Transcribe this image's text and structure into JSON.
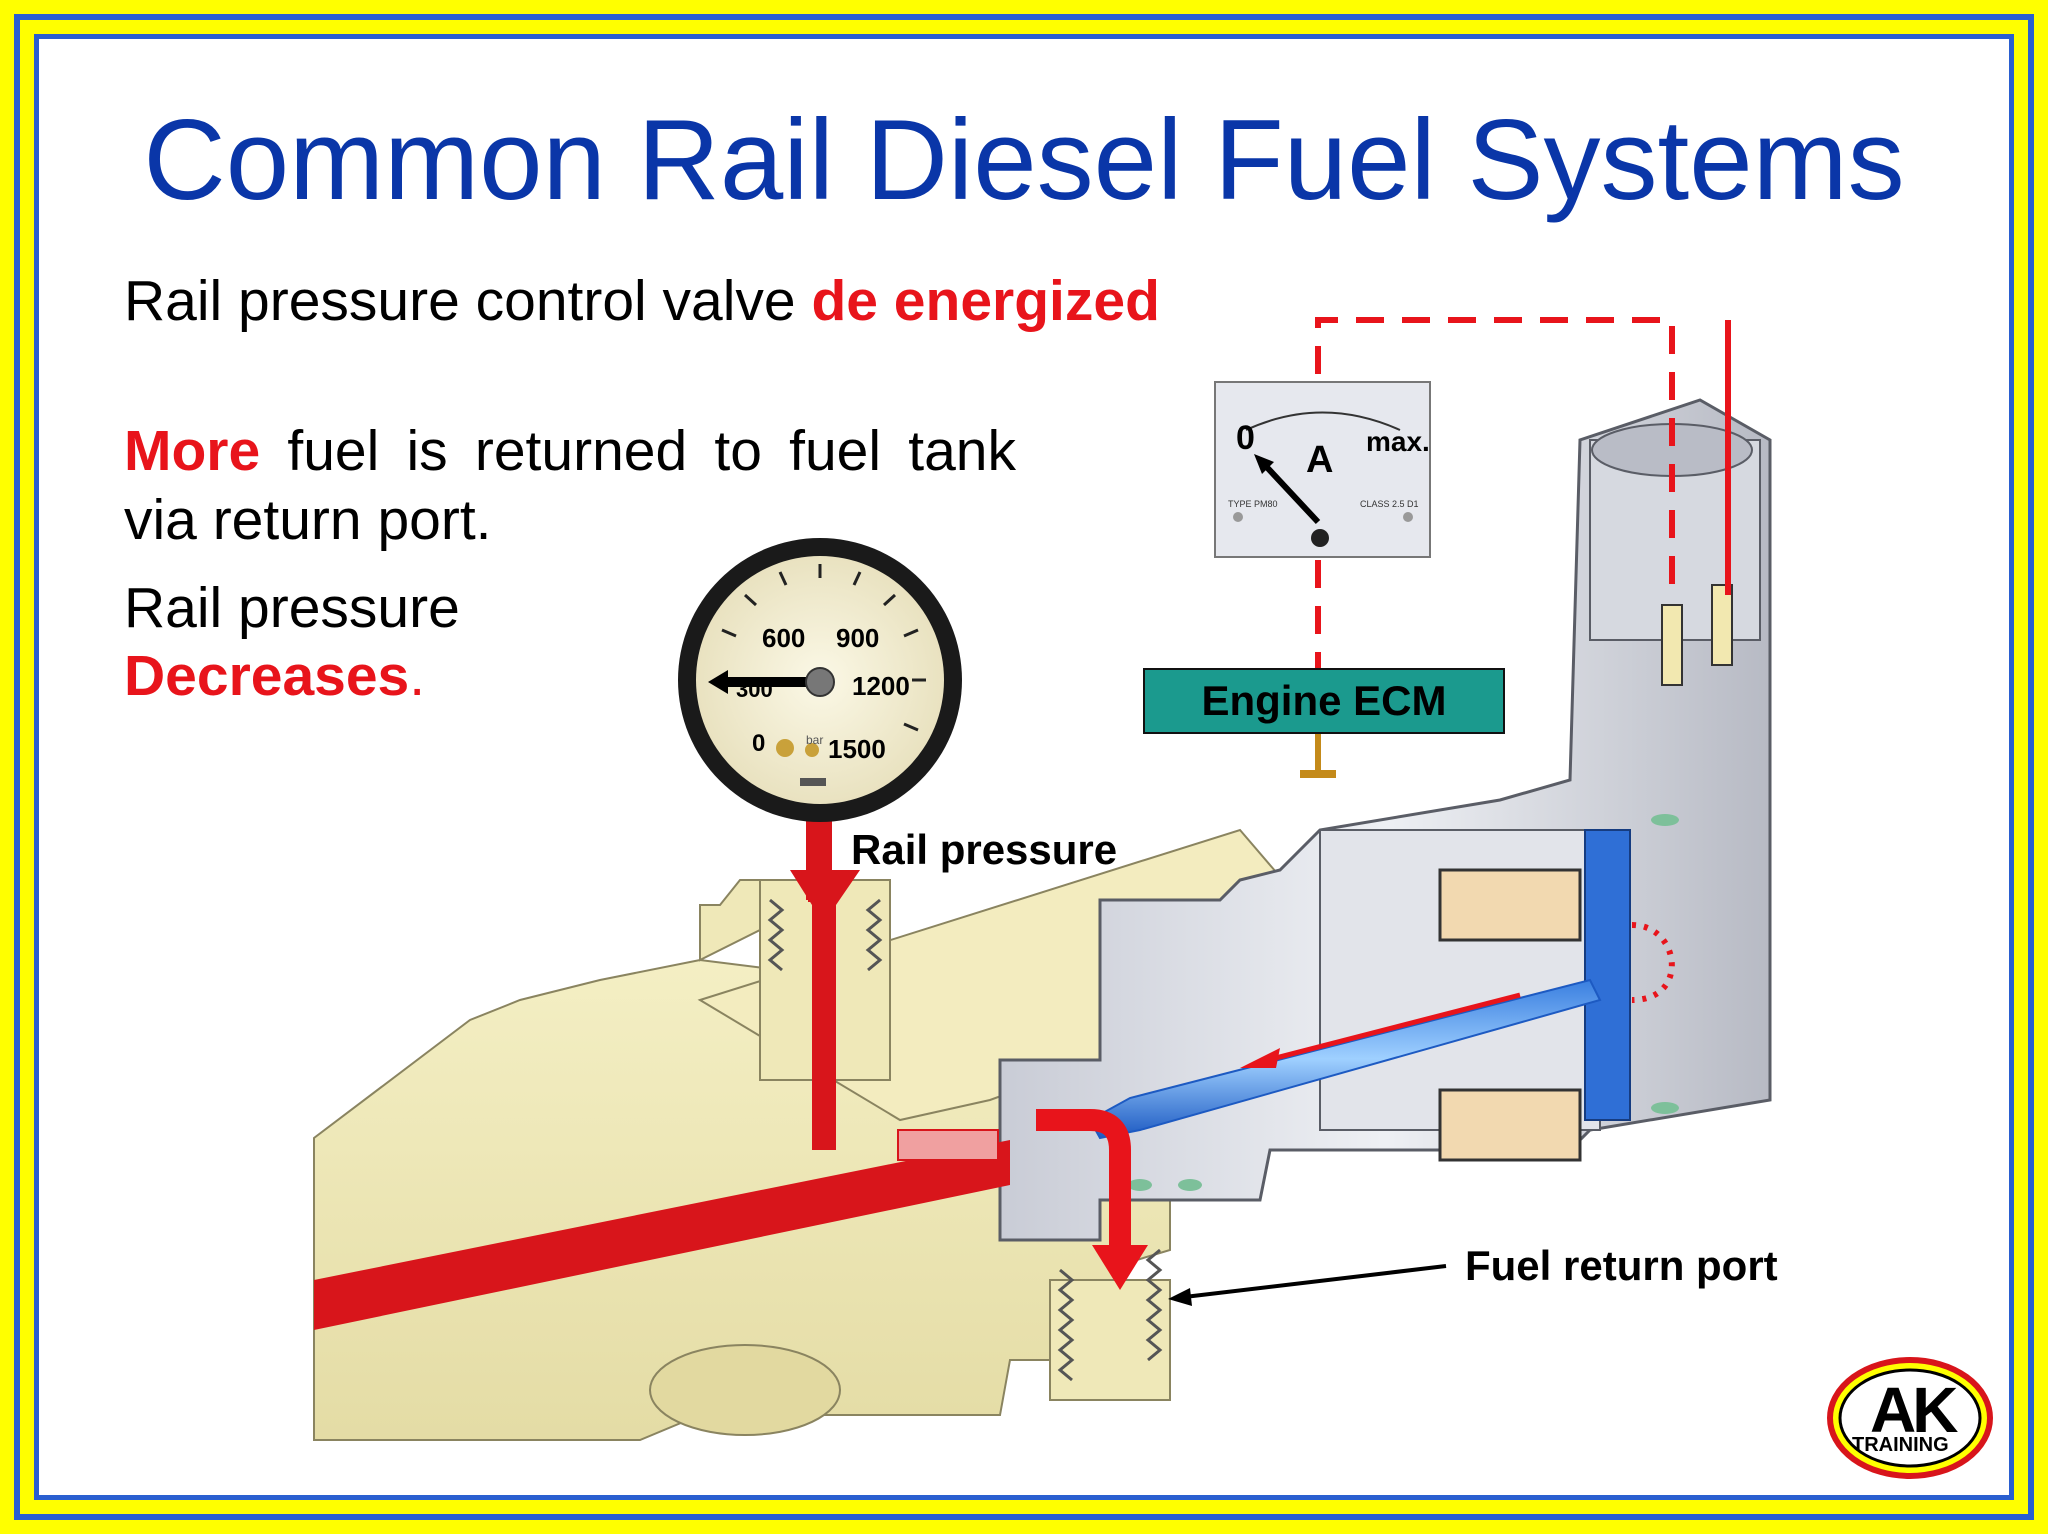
{
  "title": "Common Rail Diesel Fuel Systems",
  "valve_line": {
    "prefix": "Rail pressure control valve ",
    "status": "de energized"
  },
  "return_text": {
    "emphasis": "More",
    "line1_words": [
      "fuel",
      "is",
      "returned",
      "to",
      "fuel",
      "tank"
    ],
    "line2": "via return port."
  },
  "pressure_text": {
    "line1": "Rail pressure",
    "status": "Decreases",
    "period": "."
  },
  "gauge": {
    "labels": [
      "600",
      "900",
      "1200",
      "1500",
      "0",
      "300"
    ],
    "unit": "bar"
  },
  "ammeter": {
    "zero": "0",
    "max": "max.",
    "unit": "A",
    "type_text": "TYPE PM80",
    "class_text": "CLASS 2.5 D1"
  },
  "ecm_label": "Engine ECM",
  "rail_pressure_label": "Rail pressure",
  "fuel_return_label": "Fuel return port",
  "logo": {
    "letters": "AK",
    "word": "TRAINING"
  },
  "colors": {
    "title_blue": "#0a36a8",
    "alert_red": "#e8141b",
    "ecm_teal": "#1b9a8e",
    "frame_yellow": "#ffff00",
    "frame_blue": "#2a5fd0"
  }
}
